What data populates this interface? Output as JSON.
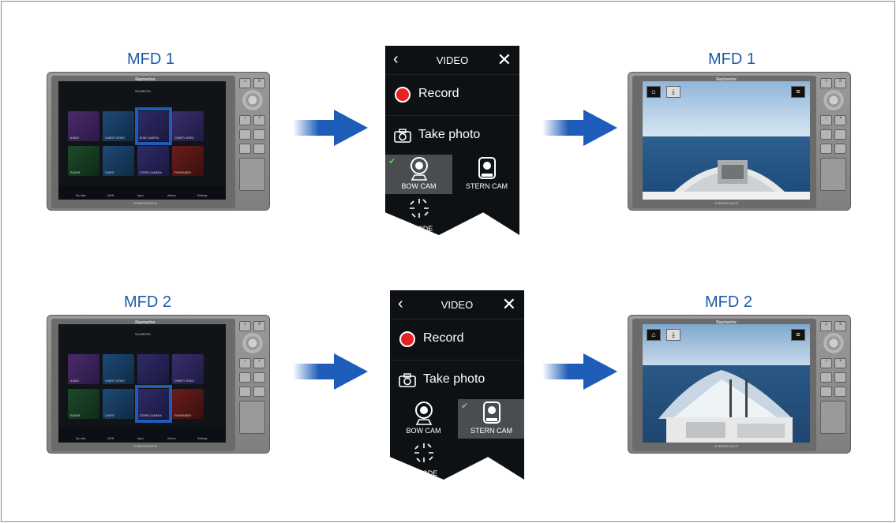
{
  "colors": {
    "label_blue": "#1e5aa8",
    "record_red": "#e52323",
    "check_green": "#6ec26e",
    "arrow_blue": "#1d5cb8"
  },
  "rows": [
    {
      "mfd_label": "MFD 1",
      "mfd_label_right": "MFD 1",
      "selected_app": "BOW CAMERA",
      "video_menu": {
        "title": "VIDEO",
        "back_icon": "chevron-left-icon",
        "close_icon": "close-icon",
        "record_label": "Record",
        "photo_label": "Take photo",
        "cam1": "BOW CAM",
        "cam2": "STERN CAM",
        "mode": "E MODE",
        "selected": "BOW CAM"
      },
      "view": "bow"
    },
    {
      "mfd_label": "MFD 2",
      "mfd_label_right": "MFD 2",
      "selected_app": "STERN CAMERA",
      "video_menu": {
        "title": "VIDEO",
        "back_icon": "chevron-left-icon",
        "close_icon": "close-icon",
        "record_label": "Record",
        "photo_label": "Take photo",
        "cam1": "BOW CAM",
        "cam2": "STERN CAM",
        "mode": "E MODE",
        "selected": "STERN CAM"
      },
      "view": "stern"
    }
  ],
  "device": {
    "brand": "Raymarine",
    "footer": "HYBRIDTOUCH"
  },
  "home_tiles": [
    "AUDIO",
    "CHART/ VIDEO",
    "BOW CAMERA",
    "CHART/ VIDEO",
    "RADAR",
    "CHART",
    "STERN CAMERA",
    "FISHFINDER"
  ],
  "home_tiles_row2": [
    "AUDIO",
    "CHART/ VIDEO",
    "",
    "CHART/ VIDEO",
    "RADAR",
    "CHART",
    "STERN CAMERA",
    "FISHFINDER"
  ],
  "nav_items": [
    "My data",
    "MOB",
    "Apps",
    "Alarms",
    "Settings"
  ],
  "sidebar_label": "SOURCES"
}
